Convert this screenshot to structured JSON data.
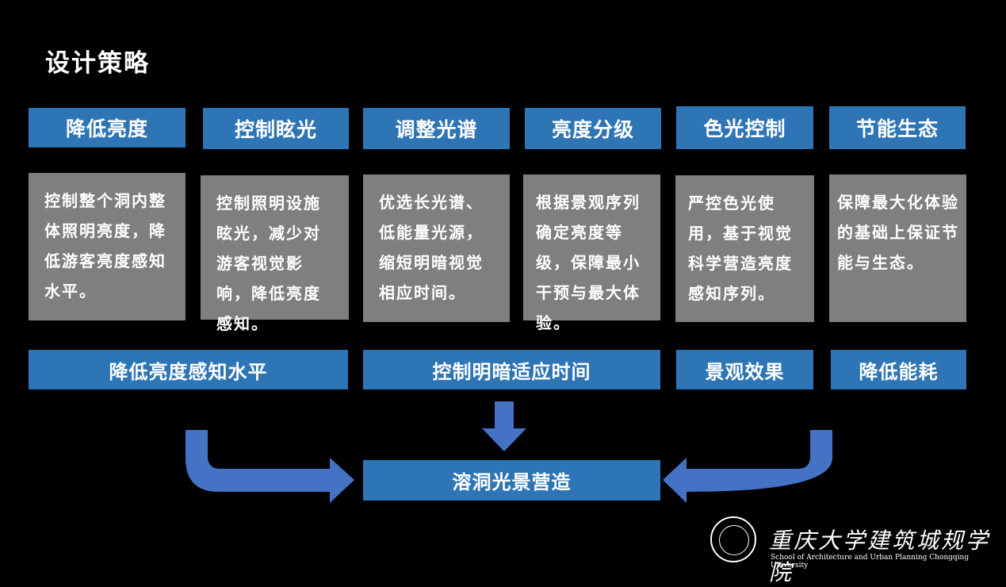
{
  "title": "设计策略",
  "strategies": [
    {
      "header": "降低亮度",
      "desc": "控制整个洞内整体照明亮度，降低游客亮度感知水平。"
    },
    {
      "header": "控制眩光",
      "desc": "控制照明设施眩光，减少对游客视觉影响，降低亮度感知。"
    },
    {
      "header": "调整光谱",
      "desc": "优选长光谱、低能量光源，缩短明暗视觉相应时间。"
    },
    {
      "header": "亮度分级",
      "desc": "根据景观序列确定亮度等级，保障最小干预与最大体验。"
    },
    {
      "header": "色光控制",
      "desc": "严控色光使用，基于视觉科学营造亮度感知序列。"
    },
    {
      "header": "节能生态",
      "desc": "保障最大化体验的基础上保证节能与生态。"
    }
  ],
  "results": [
    "降低亮度感知水平",
    "控制明暗适应时间",
    "景观效果",
    "降低能耗"
  ],
  "final": "溶洞光景营造",
  "logo": {
    "name": "重庆大学建筑城规学院",
    "subtitle": "School of Architecture and Urban Planning Chongqing University"
  },
  "colors": {
    "accent": "#2e75b6",
    "arrow": "#4472c4",
    "box": "#7f7f7f",
    "background": "#000000"
  }
}
